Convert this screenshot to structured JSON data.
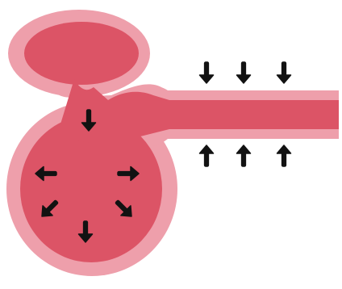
{
  "colors": {
    "background": "#ffffff",
    "outer_wall": "#ee9fab",
    "inner_fill": "#dc5466",
    "arrow": "#121212"
  },
  "parts": {
    "upper_chamber": "upper-chamber",
    "lower_chamber": "lower-chamber",
    "tube": "tube"
  },
  "arrows": {
    "tube_above": [
      "down",
      "down",
      "down"
    ],
    "tube_below": [
      "up",
      "up",
      "up"
    ],
    "between_chambers": [
      "down"
    ],
    "lower_chamber": [
      "left",
      "right",
      "down-left",
      "down-right",
      "down"
    ]
  },
  "arrow_icon": "arrow-icon"
}
